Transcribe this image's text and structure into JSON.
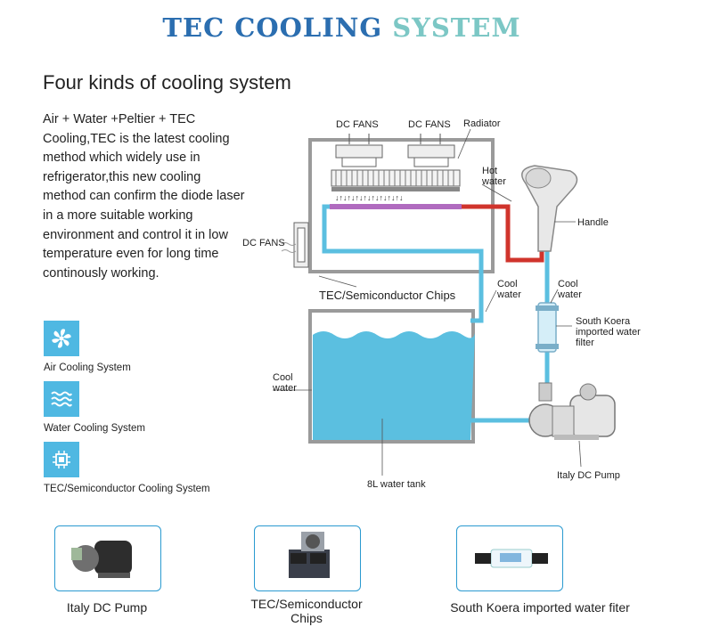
{
  "title": {
    "part1": "TEC COOLING",
    "part2": "SYSTEM"
  },
  "subtitle": "Four kinds of cooling system",
  "description": "Air + Water +Peltier + TEC Cooling,TEC is the latest cooling method which widely use in refrigerator,this new cooling method can confirm the diode laser in a more suitable working environment and control it in low temperature even for long time continously working.",
  "legend": [
    {
      "label": "Air Cooling System",
      "icon": "fan-icon"
    },
    {
      "label": "Water Cooling System",
      "icon": "waves-icon"
    },
    {
      "label": "TEC/Semiconductor Cooling System",
      "icon": "chip-icon"
    }
  ],
  "diagram": {
    "dc_fans_top_left": "DC FANS",
    "dc_fans_top_right": "DC FANS",
    "radiator": "Radiator",
    "hot_water_1": "Hot",
    "hot_water_2": "water",
    "handle": "Handle",
    "dc_fans_side": "DC FANS",
    "tec_chips": "TEC/Semiconductor Chips",
    "cool_water_mid_1": "Cool",
    "cool_water_mid_2": "water",
    "cool_water_right_1": "Cool",
    "cool_water_right_2": "water",
    "filter_1": "South Koera",
    "filter_2": "imported water",
    "filter_3": "filter",
    "cool_water_tank_1": "Cool",
    "cool_water_tank_2": "water",
    "tank": "8L water tank",
    "pump": "Italy DC Pump"
  },
  "products": [
    {
      "caption": "Italy DC Pump"
    },
    {
      "caption": "TEC/Semiconductor Chips"
    },
    {
      "caption": "South Koera imported water fiter"
    }
  ],
  "colors": {
    "title_blue": "#2b6eb0",
    "title_teal": "#7cc7c5",
    "icon_blue": "#4fb8e2",
    "water_cool": "#5bbfe0",
    "water_hot": "#d0342c"
  }
}
